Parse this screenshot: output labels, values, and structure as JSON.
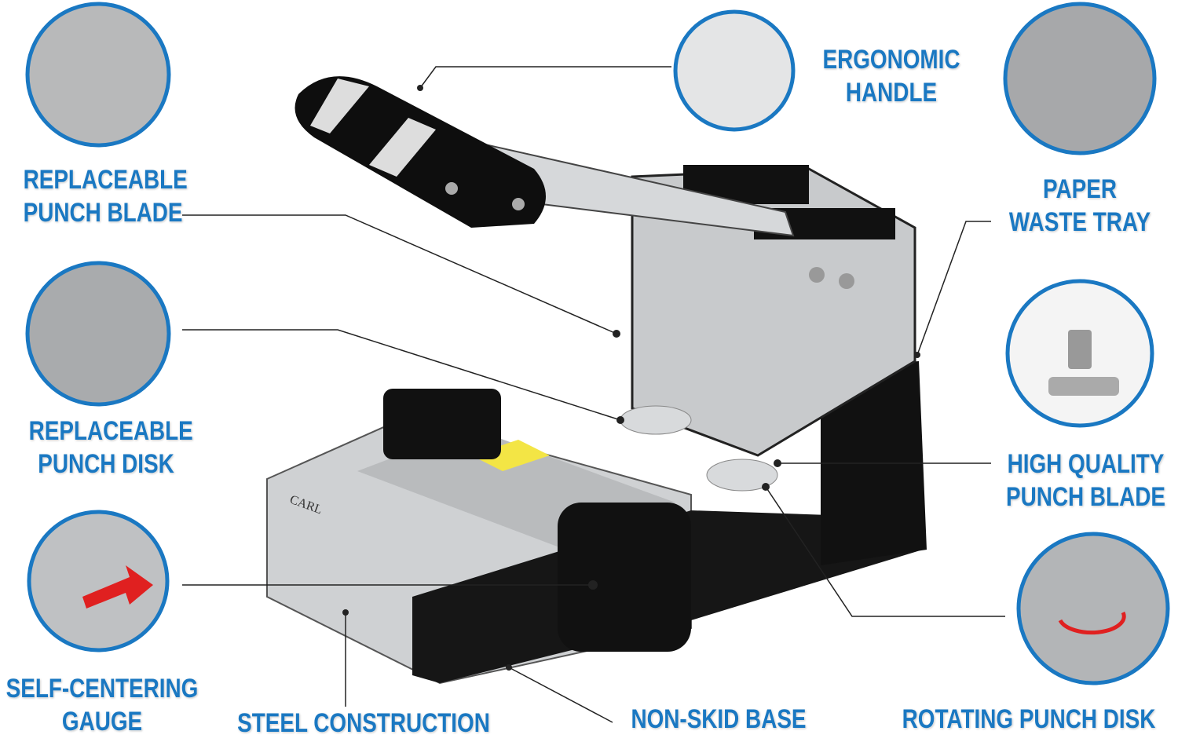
{
  "brand": "CARL",
  "accent_color": "#1a78c2",
  "features": [
    {
      "id": "replaceable-punch-blade",
      "lines": [
        "REPLACEABLE",
        "PUNCH BLADE"
      ]
    },
    {
      "id": "replaceable-punch-disk",
      "lines": [
        "REPLACEABLE",
        "PUNCH DISK"
      ]
    },
    {
      "id": "self-centering-gauge",
      "lines": [
        "SELF-CENTERING",
        "GAUGE"
      ]
    },
    {
      "id": "steel-construction",
      "lines": [
        "STEEL CONSTRUCTION"
      ]
    },
    {
      "id": "non-skid-base",
      "lines": [
        "NON-SKID BASE"
      ]
    },
    {
      "id": "rotating-punch-disk",
      "lines": [
        "ROTATING PUNCH DISK"
      ]
    },
    {
      "id": "high-quality-punch-blade",
      "lines": [
        "HIGH QUALITY",
        "PUNCH BLADE"
      ]
    },
    {
      "id": "paper-waste-tray",
      "lines": [
        "PAPER",
        "WASTE TRAY"
      ]
    },
    {
      "id": "ergonomic-handle",
      "lines": [
        "ERGONOMIC",
        "HANDLE"
      ]
    }
  ]
}
